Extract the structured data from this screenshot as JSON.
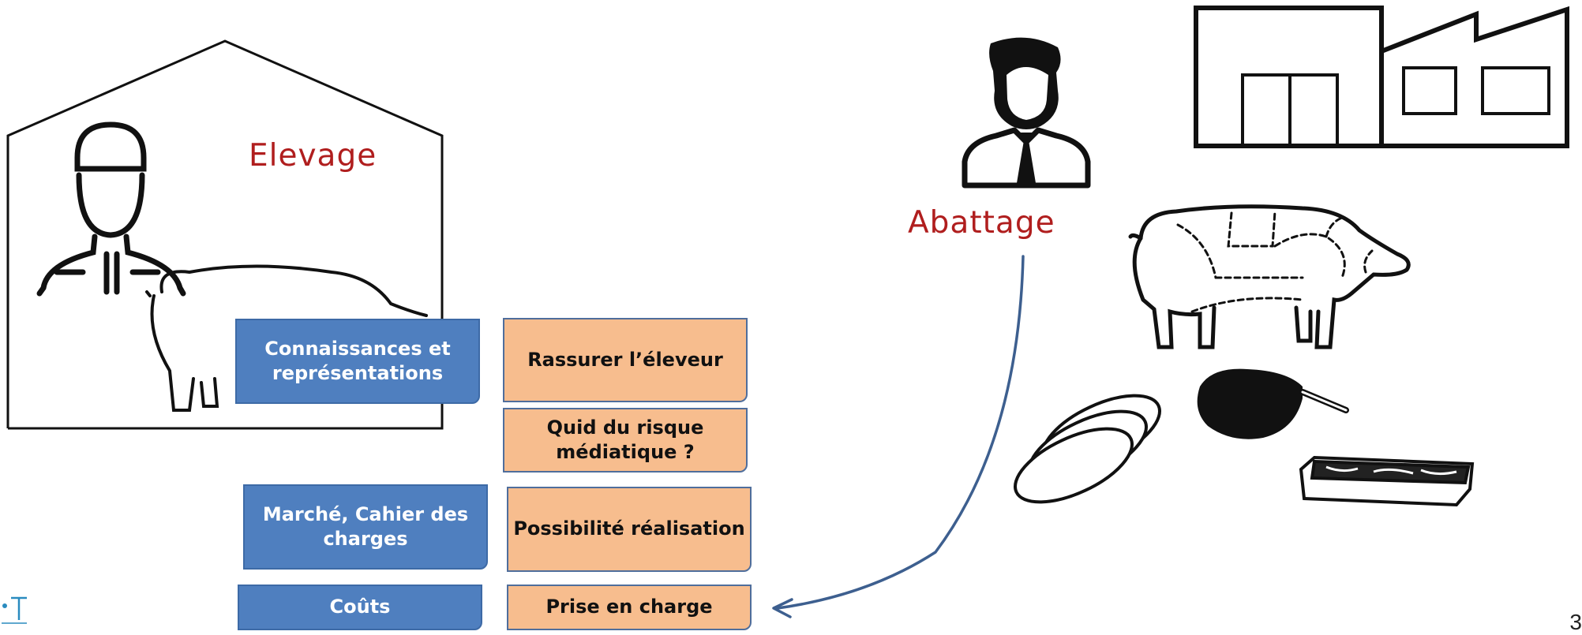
{
  "labels": {
    "elevage": "Elevage",
    "abattage": "Abattage"
  },
  "blue_boxes": {
    "connaissances": "Connaissances et représentations",
    "marche": "Marché, Cahier des charges",
    "couts": "Coûts"
  },
  "orange_boxes": {
    "rassurer": "Rassurer l’éleveur",
    "quid": "Quid du risque médiatique ?",
    "possibilite": "Possibilité réalisation",
    "prise": "Prise en charge"
  },
  "page_number": "3",
  "colors": {
    "label_red": "#b01e1e",
    "box_blue": "#4f7fbf",
    "box_orange": "#f7bd8e",
    "arrow": "#3d5f8f"
  }
}
